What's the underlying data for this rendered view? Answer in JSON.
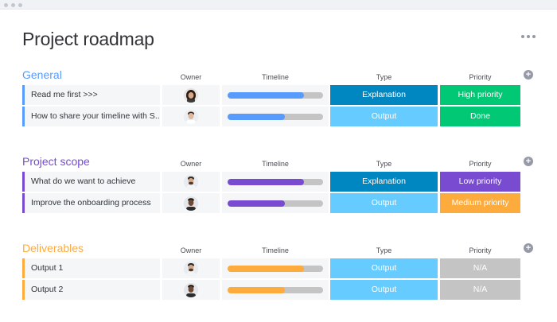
{
  "page": {
    "title": "Project roadmap",
    "more_icon": "more-horizontal-icon"
  },
  "columns": {
    "owner": "Owner",
    "timeline": "Timeline",
    "type": "Type",
    "priority": "Priority"
  },
  "groups": [
    {
      "title": "General",
      "color": "#579bfc",
      "rows": [
        {
          "name": "Read me first >>>",
          "owner": "avatar-woman-dark-hair",
          "timeline_progress": 0.8,
          "type": "Explanation",
          "type_color": "#0086c0",
          "priority": "High priority",
          "priority_color": "#00c875"
        },
        {
          "name": "How to share your timeline with S...",
          "owner": "avatar-man-light-shirt",
          "timeline_progress": 0.6,
          "type": "Output",
          "type_color": "#66ccff",
          "priority": "Done",
          "priority_color": "#00c875"
        }
      ]
    },
    {
      "title": "Project scope",
      "color": "#784bd1",
      "rows": [
        {
          "name": "What do we want to achieve",
          "owner": "avatar-man-beard",
          "timeline_progress": 0.8,
          "type": "Explanation",
          "type_color": "#0086c0",
          "priority": "Low priority",
          "priority_color": "#784bd1"
        },
        {
          "name": "Improve the onboarding process",
          "owner": "avatar-man-dark",
          "timeline_progress": 0.6,
          "type": "Output",
          "type_color": "#66ccff",
          "priority": "Medium priority",
          "priority_color": "#fdab3d"
        }
      ]
    },
    {
      "title": "Deliverables",
      "color": "#fdab3d",
      "rows": [
        {
          "name": "Output 1",
          "owner": "avatar-man-beard",
          "timeline_progress": 0.8,
          "type": "Output",
          "type_color": "#66ccff",
          "priority": "N/A",
          "priority_color": "#c4c4c4"
        },
        {
          "name": "Output 2",
          "owner": "avatar-man-dark",
          "timeline_progress": 0.6,
          "type": "Output",
          "type_color": "#66ccff",
          "priority": "N/A",
          "priority_color": "#c4c4c4"
        }
      ]
    }
  ]
}
